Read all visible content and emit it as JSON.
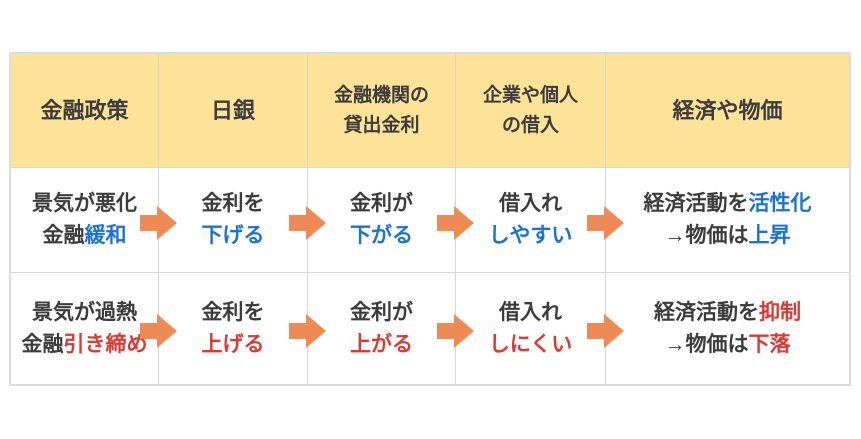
{
  "colors": {
    "header_bg": "#fce398",
    "border": "#d6d6d6",
    "border_outer": "#dcdcdc",
    "text_dark": "#3c3c3c",
    "accent_blue": "#1b72d6",
    "accent_red": "#d93b34",
    "arrow_orange": "#ee8b54"
  },
  "table": {
    "headers": [
      {
        "label": "金融政策"
      },
      {
        "label": "日銀"
      },
      {
        "label": "金融機関の\n貸出金利"
      },
      {
        "label": "企業や個人\nの借入"
      },
      {
        "label": "経済や物価"
      }
    ],
    "rows": [
      {
        "id": "monetary-easing",
        "accent": "blue",
        "cells": [
          {
            "lines": [
              {
                "segments": [
                  {
                    "text": "景気が悪化"
                  }
                ]
              },
              {
                "segments": [
                  {
                    "text": "金融"
                  },
                  {
                    "text": "緩和",
                    "accent": true
                  }
                ]
              }
            ]
          },
          {
            "lines": [
              {
                "segments": [
                  {
                    "text": "金利を"
                  }
                ]
              },
              {
                "segments": [
                  {
                    "text": "下げる",
                    "accent": true
                  }
                ]
              }
            ]
          },
          {
            "lines": [
              {
                "segments": [
                  {
                    "text": "金利が"
                  }
                ]
              },
              {
                "segments": [
                  {
                    "text": "下がる",
                    "accent": true
                  }
                ]
              }
            ]
          },
          {
            "lines": [
              {
                "segments": [
                  {
                    "text": "借入れ"
                  }
                ]
              },
              {
                "segments": [
                  {
                    "text": "しやすい",
                    "accent": true
                  }
                ]
              }
            ]
          },
          {
            "lines": [
              {
                "segments": [
                  {
                    "text": "経済活動を"
                  },
                  {
                    "text": "活性化",
                    "accent": true
                  }
                ]
              },
              {
                "segments": [
                  {
                    "text": "→物価は"
                  },
                  {
                    "text": "上昇",
                    "accent": true
                  }
                ]
              }
            ]
          }
        ]
      },
      {
        "id": "monetary-tightening",
        "accent": "red",
        "cells": [
          {
            "lines": [
              {
                "segments": [
                  {
                    "text": "景気が過熱"
                  }
                ]
              },
              {
                "segments": [
                  {
                    "text": "金融"
                  },
                  {
                    "text": "引き締め",
                    "accent": true
                  }
                ]
              }
            ]
          },
          {
            "lines": [
              {
                "segments": [
                  {
                    "text": "金利を"
                  }
                ]
              },
              {
                "segments": [
                  {
                    "text": "上げる",
                    "accent": true
                  }
                ]
              }
            ]
          },
          {
            "lines": [
              {
                "segments": [
                  {
                    "text": "金利が"
                  }
                ]
              },
              {
                "segments": [
                  {
                    "text": "上がる",
                    "accent": true
                  }
                ]
              }
            ]
          },
          {
            "lines": [
              {
                "segments": [
                  {
                    "text": "借入れ"
                  }
                ]
              },
              {
                "segments": [
                  {
                    "text": "しにくい",
                    "accent": true
                  }
                ]
              }
            ]
          },
          {
            "lines": [
              {
                "segments": [
                  {
                    "text": "経済活動を"
                  },
                  {
                    "text": "抑制",
                    "accent": true
                  }
                ]
              },
              {
                "segments": [
                  {
                    "text": "→物価は"
                  },
                  {
                    "text": "下落",
                    "accent": true
                  }
                ]
              }
            ]
          }
        ]
      }
    ],
    "arrow_icon": "block-arrow-right"
  }
}
